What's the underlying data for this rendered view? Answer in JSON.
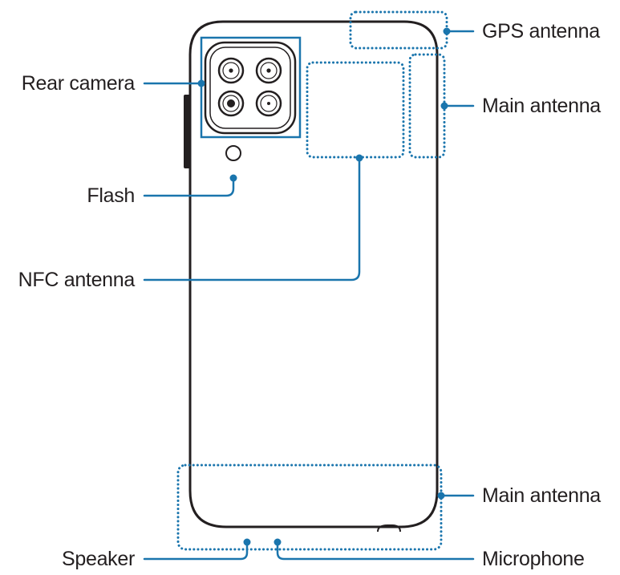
{
  "labels": {
    "rear_camera": "Rear camera",
    "flash": "Flash",
    "nfc_antenna": "NFC antenna",
    "speaker": "Speaker",
    "gps_antenna": "GPS antenna",
    "main_antenna_top": "Main antenna",
    "main_antenna_bottom": "Main antenna",
    "microphone": "Microphone"
  },
  "colors": {
    "callout": "#1a75ad",
    "outline": "#231f20",
    "text": "#231f20"
  }
}
